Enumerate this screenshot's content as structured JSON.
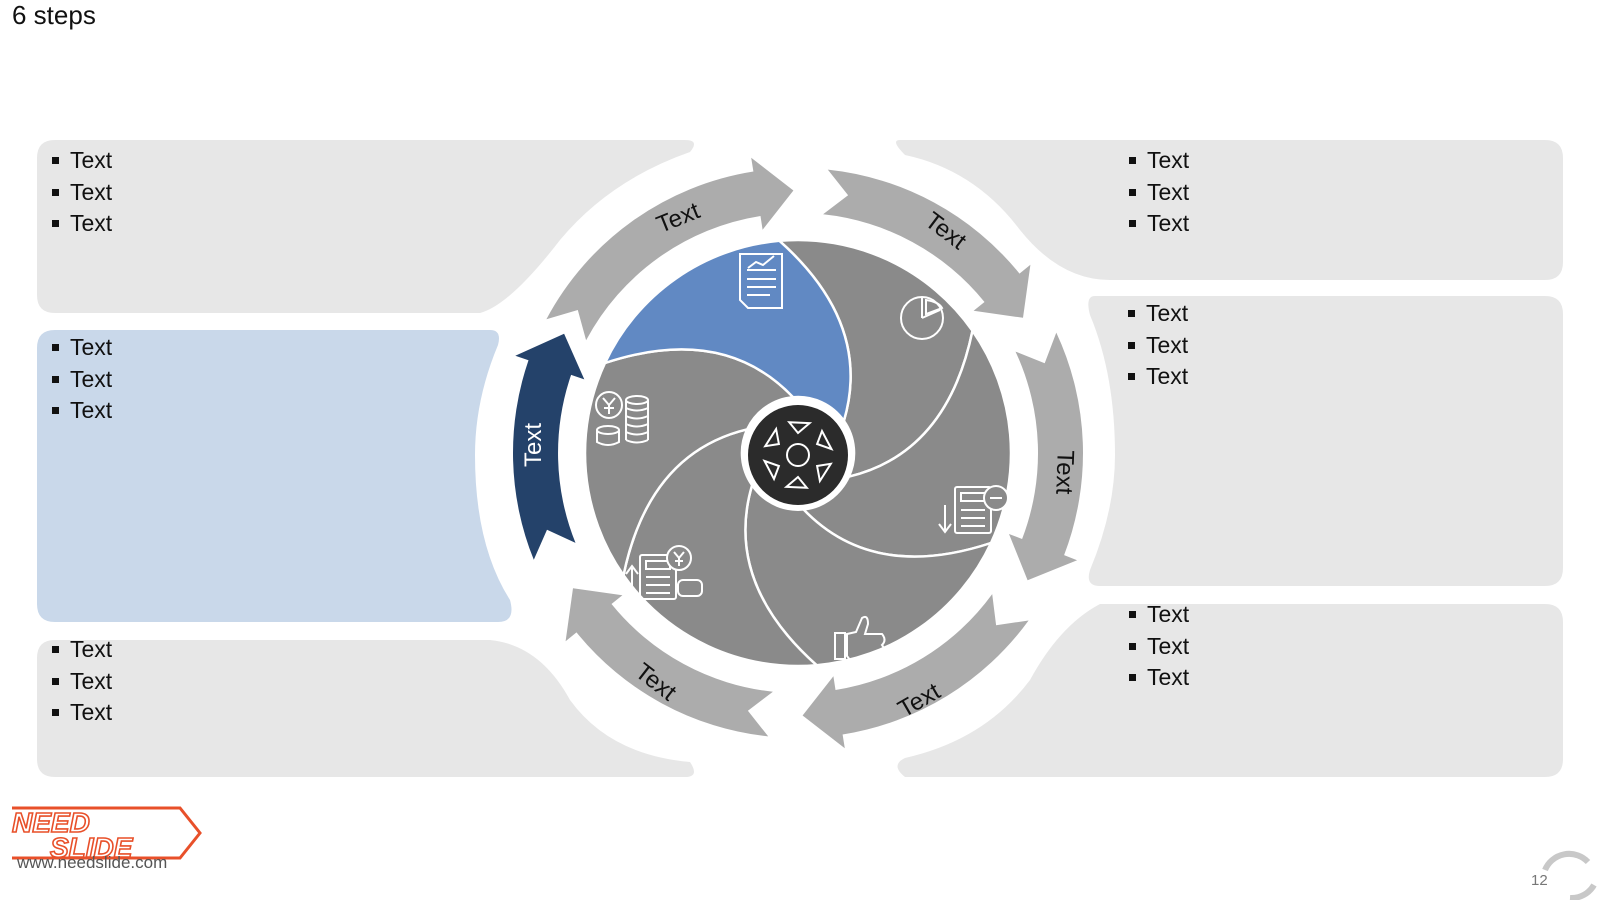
{
  "slide": {
    "title": "6 steps",
    "page_number": "12"
  },
  "brand": {
    "logo_line1": "NEED",
    "logo_line2": "SLIDE",
    "url": "www.needslide.com"
  },
  "panels": [
    {
      "id": "top-left",
      "items": [
        "Text",
        "Text",
        "Text"
      ]
    },
    {
      "id": "mid-left",
      "items": [
        "Text",
        "Text",
        "Text"
      ],
      "highlighted": true
    },
    {
      "id": "bottom-left",
      "items": [
        "Text",
        "Text",
        "Text"
      ]
    },
    {
      "id": "top-right",
      "items": [
        "Text",
        "Text",
        "Text"
      ]
    },
    {
      "id": "mid-right",
      "items": [
        "Text",
        "Text",
        "Text"
      ]
    },
    {
      "id": "bottom-right",
      "items": [
        "Text",
        "Text",
        "Text"
      ]
    }
  ],
  "ring_labels": [
    "Text",
    "Text",
    "Text",
    "Text",
    "Text",
    "Text"
  ],
  "icons": [
    "report-chart-icon",
    "pie-chart-icon",
    "calculator-minus-icon",
    "thumbs-up-icon",
    "calculator-yen-icon",
    "yen-coins-icon",
    "gear-cycle-icon"
  ],
  "colors": {
    "panel_gray": "#e7e7e7",
    "panel_highlight": "#c9d8ea",
    "arrow_gray": "#acacac",
    "arrow_active": "#24426a",
    "blade_gray": "#8a8a8a",
    "blade_active": "#6189c3",
    "hub": "#2b2b2b"
  }
}
